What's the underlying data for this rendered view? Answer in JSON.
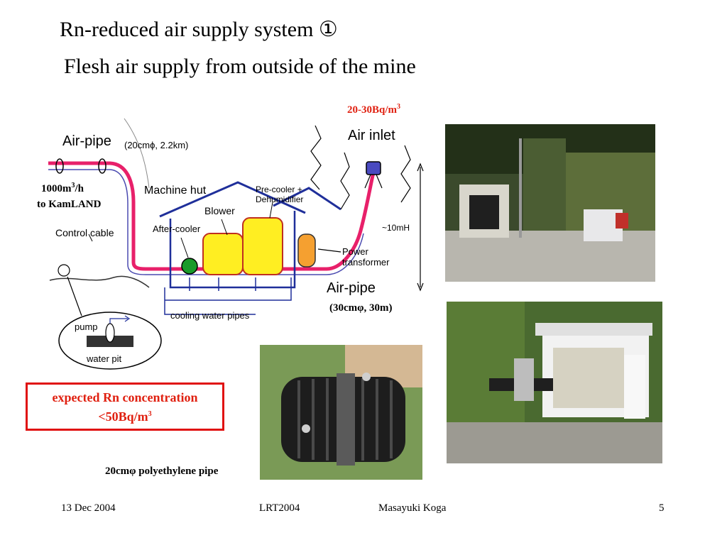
{
  "title": {
    "line1": "Rn-reduced air supply system ①",
    "line2": "Flesh air supply from outside of the mine"
  },
  "labels": {
    "air_inlet_conc": "20-30Bq/m",
    "air_inlet_conc_sup": "3",
    "flow_rate": "1000m",
    "flow_rate_sup": "3",
    "flow_rate_unit": "/h",
    "flow_dest": "to KamLAND",
    "short_pipe_spec": "(30cmφ, 30m)",
    "pipe_caption": "20cmφ polyethylene pipe"
  },
  "diagram": {
    "air_pipe_long": "Air-pipe",
    "air_pipe_long_spec": "(20cmϕ, 2.2km)",
    "machine_hut": "Machine hut",
    "precooler": "Pre-cooler +",
    "dehumidifier": "Dehumidifier",
    "blower": "Blower",
    "after_cooler": "After-cooler",
    "control_cable": "Control cable",
    "air_inlet": "Air inlet",
    "height": "~10mH",
    "power": "Power",
    "transformer": "transformer",
    "air_pipe_short": "Air-pipe",
    "cooling_pipes": "cooling water pipes",
    "pump": "pump",
    "water_pit": "water pit"
  },
  "expected": {
    "line1": "expected Rn concentration",
    "line2": "<50Bq/m",
    "line2_sup": "3"
  },
  "footer": {
    "date": "13 Dec 2004",
    "event": "LRT2004",
    "author": "Masayuki Koga",
    "page": "5"
  },
  "colors": {
    "accent_red": "#e02010",
    "pipe_pink": "#e8206a",
    "hut_blue": "#1f2f9a",
    "blower_yellow": "#ffee22",
    "cooler_green": "#1a9a2a",
    "transformer_orange": "#f5a030"
  }
}
